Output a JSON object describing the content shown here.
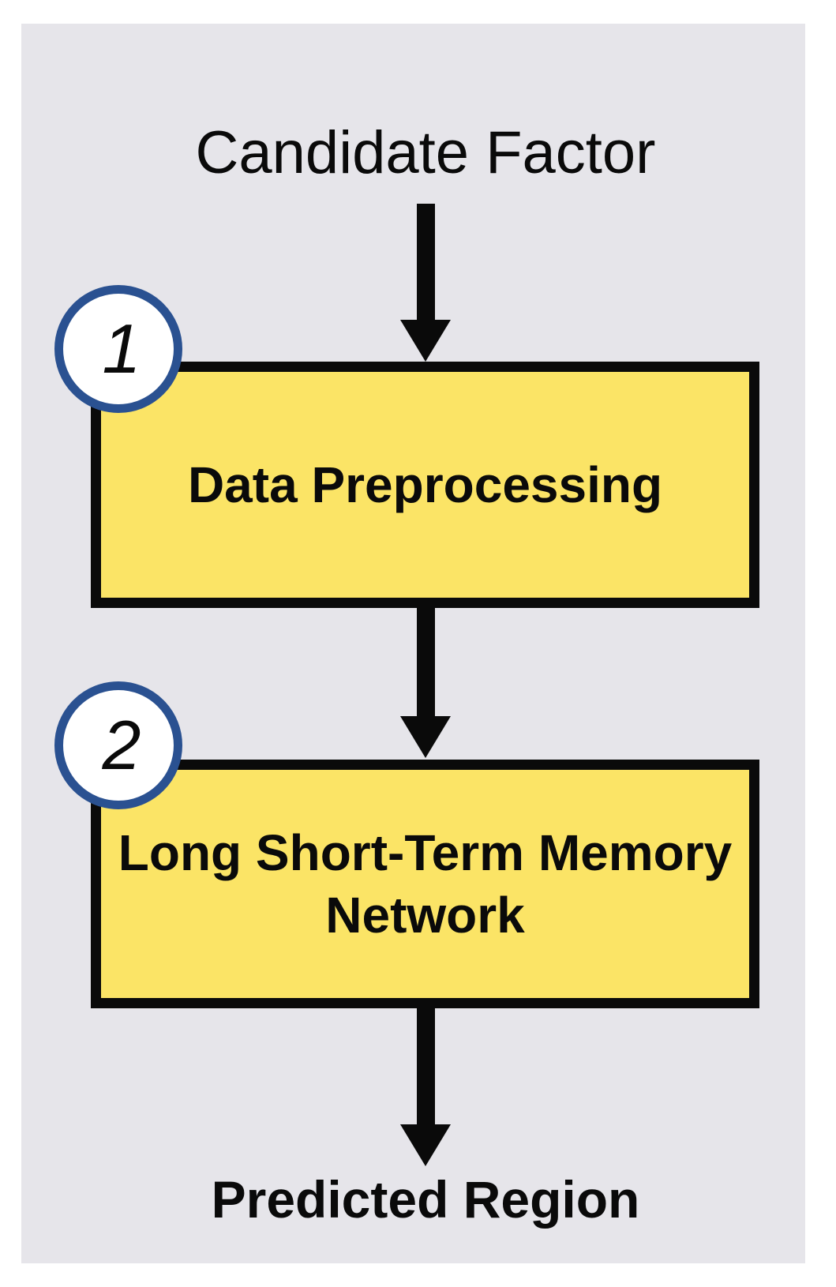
{
  "diagram": {
    "input_label": "Candidate Factor",
    "steps": [
      {
        "number": "1",
        "label": "Data Preprocessing"
      },
      {
        "number": "2",
        "label": "Long Short-Term Memory Network"
      }
    ],
    "output_label": "Predicted Region"
  },
  "colors": {
    "panel_background": "#E6E5EA",
    "box_fill": "#FBE466",
    "box_border": "#0a0a0a",
    "badge_ring": "#2A5191",
    "badge_fill": "#FFFFFF",
    "arrow": "#0a0a0a",
    "text": "#0a0a0a"
  }
}
